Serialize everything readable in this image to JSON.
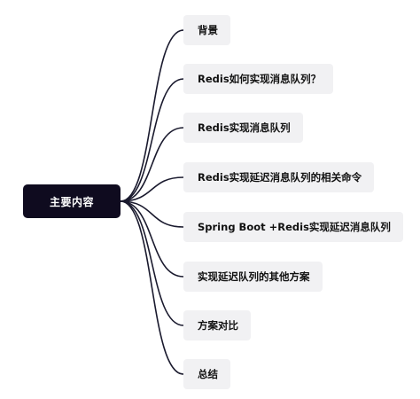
{
  "root": {
    "label": "主要内容"
  },
  "branches": [
    {
      "label": "背景"
    },
    {
      "label": "Redis如何实现消息队列？"
    },
    {
      "label": "Redis实现消息队列"
    },
    {
      "label": "Redis实现延迟消息队列的相关命令"
    },
    {
      "label": "Spring Boot +Redis实现延迟消息队列"
    },
    {
      "label": "实现延迟队列的其他方案"
    },
    {
      "label": "方案对比"
    },
    {
      "label": "总结"
    }
  ],
  "colors": {
    "root_fill": "#0f0b1f",
    "root_text": "#ffffff",
    "node_fill": "#f1f1f3",
    "node_text": "#111111",
    "connector": "#1a1a2e"
  }
}
